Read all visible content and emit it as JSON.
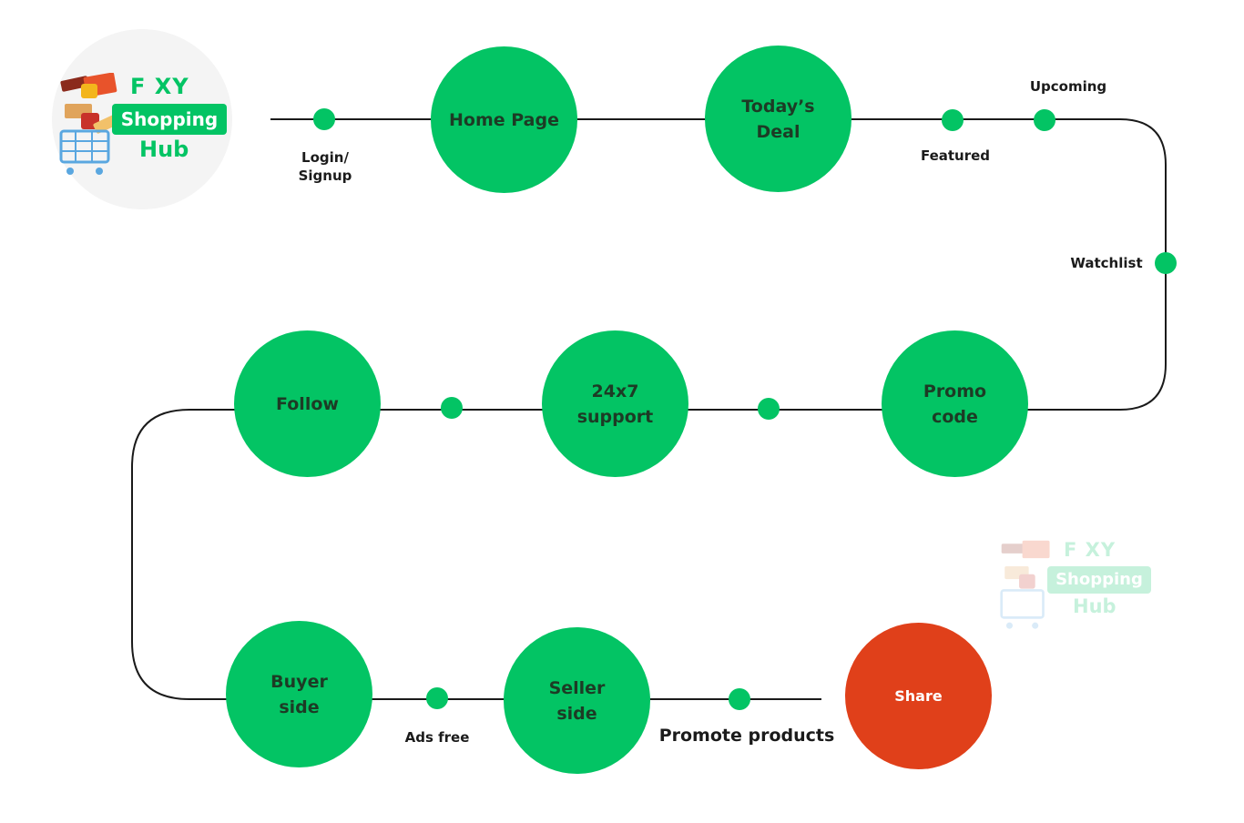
{
  "colors": {
    "node_fill": "#03c464",
    "node_text": "#1d3b25",
    "share_fill": "#e0401a",
    "share_text": "#ffffff",
    "line": "#1a1a1a",
    "brand_green": "#03c464",
    "brand_dark": "#2b2b2b"
  },
  "logo": {
    "foxy": "F XY",
    "shopping": "Shopping",
    "hub": "Hub"
  },
  "nodes": {
    "home_page": "Home Page",
    "todays_deal_line1": "Today’s",
    "todays_deal_line2": "Deal",
    "promo_code_line1": "Promo",
    "promo_code_line2": "code",
    "support_line1": "24x7",
    "support_line2": "support",
    "follow": "Follow",
    "buyer_side_line1": "Buyer",
    "buyer_side_line2": "side",
    "seller_side_line1": "Seller",
    "seller_side_line2": "side",
    "share": "Share"
  },
  "labels": {
    "login_line1": "Login/",
    "login_line2": "Signup",
    "featured": "Featured",
    "upcoming": "Upcoming",
    "watchlist": "Watchlist",
    "ads_free": "Ads free",
    "promote_products": "Promote products"
  }
}
